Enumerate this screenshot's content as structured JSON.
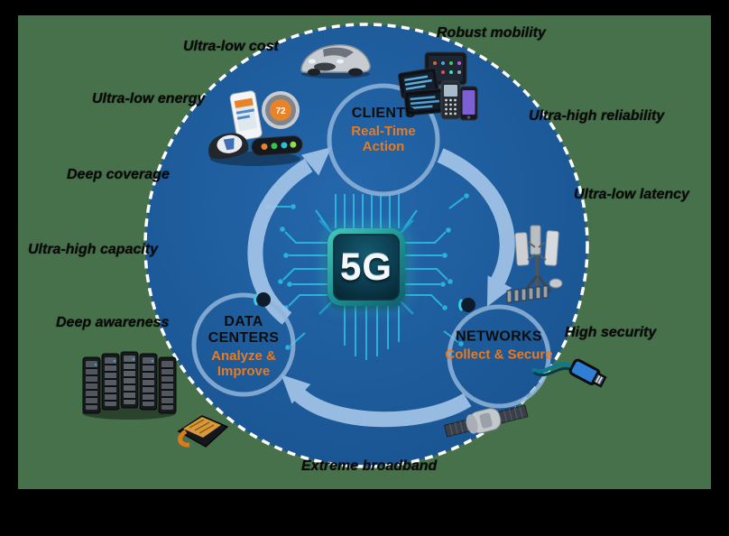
{
  "background": {
    "frame_color": "#000000",
    "slide_color": "#47714A",
    "circle_color": "#1E5C9C",
    "circle_border": "dashed-white"
  },
  "center_chip": {
    "label": "5G"
  },
  "nodes": [
    {
      "id": "clients",
      "title": "CLIENTS",
      "subtitle": "Real-Time Action"
    },
    {
      "id": "data-centers",
      "title": "DATA CENTERS",
      "subtitle": "Analyze & Improve"
    },
    {
      "id": "networks",
      "title": "NETWORKS",
      "subtitle": "Collect & Secure"
    }
  ],
  "attribute_labels": [
    {
      "id": "ultra-low-cost",
      "text": "Ultra-low cost"
    },
    {
      "id": "ultra-low-energy",
      "text": "Ultra-low energy"
    },
    {
      "id": "deep-coverage",
      "text": "Deep coverage"
    },
    {
      "id": "ultra-high-capacity",
      "text": "Ultra-high capacity"
    },
    {
      "id": "deep-awareness",
      "text": "Deep awareness"
    },
    {
      "id": "robust-mobility",
      "text": "Robust mobility"
    },
    {
      "id": "ultra-high-reliability",
      "text": "Ultra-high reliability"
    },
    {
      "id": "ultra-low-latency",
      "text": "Ultra-low latency"
    },
    {
      "id": "high-security",
      "text": "High security"
    },
    {
      "id": "extreme-broadband",
      "text": "Extreme broadband"
    }
  ],
  "devices": {
    "thermostat_reading": "72"
  },
  "icons": [
    {
      "name": "sports-car-icon"
    },
    {
      "name": "iot-devices-icon"
    },
    {
      "name": "mobile-devices-icon"
    },
    {
      "name": "cell-tower-icon"
    },
    {
      "name": "ethernet-cable-icon"
    },
    {
      "name": "satellite-icon"
    },
    {
      "name": "server-racks-icon"
    },
    {
      "name": "circuit-module-icon"
    },
    {
      "name": "5g-chip"
    }
  ],
  "accent_colors": {
    "orange": "#E87A20",
    "trace_cyan": "#2CC4E9",
    "arrow_blue": "#A6C7E9",
    "ring_blue": "#8FB4D9"
  }
}
